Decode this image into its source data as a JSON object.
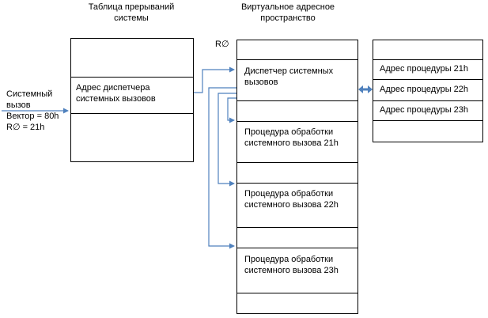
{
  "headers": {
    "interrupt_table": [
      "Таблица прерываний",
      "системы"
    ],
    "virtual_space": [
      "Виртуальное адресное",
      "пространство"
    ],
    "r0_label": "R∅"
  },
  "syscall": {
    "lines": [
      "Системный",
      "вызов",
      "Вектор = 80h",
      "R∅ = 21h"
    ]
  },
  "interrupt_table": {
    "dispatcher_address": [
      "Адрес диспетчера",
      "системных вызовов"
    ]
  },
  "virtual_space": {
    "dispatcher": [
      "Диспетчер системных",
      "вызовов"
    ],
    "proc21": [
      "Процедура обработки",
      "системного вызова 21h"
    ],
    "proc22": [
      "Процедура обработки",
      "системного вызова 22h"
    ],
    "proc23": [
      "Процедура обработки",
      "системного вызова 23h"
    ]
  },
  "procedure_table": {
    "rows": [
      "Адрес процедуры 21h",
      "Адрес процедуры 22h",
      "Адрес процедуры 23h"
    ]
  },
  "colors": {
    "arrow": "#4f81bd",
    "border": "#000000"
  }
}
